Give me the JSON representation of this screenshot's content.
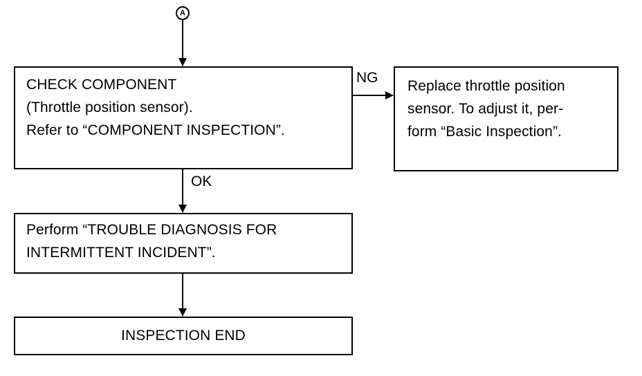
{
  "connector": {
    "label": "A"
  },
  "steps": {
    "check_component": {
      "line1": "CHECK COMPONENT",
      "line2": "(Throttle position sensor).",
      "line3": "Refer to “COMPONENT INSPECTION”."
    },
    "replace_sensor": {
      "line1": "Replace throttle position",
      "line2": "sensor. To adjust it, per-",
      "line3": "form “Basic Inspection”."
    },
    "perform_diagnosis": {
      "line1": "Perform “TROUBLE DIAGNOSIS FOR",
      "line2": "INTERMITTENT INCIDENT”."
    },
    "inspection_end": {
      "text": "INSPECTION END"
    }
  },
  "edges": {
    "ng_label": "NG",
    "ok_label": "OK"
  },
  "colors": {
    "line": "#000000",
    "background": "#ffffff"
  }
}
